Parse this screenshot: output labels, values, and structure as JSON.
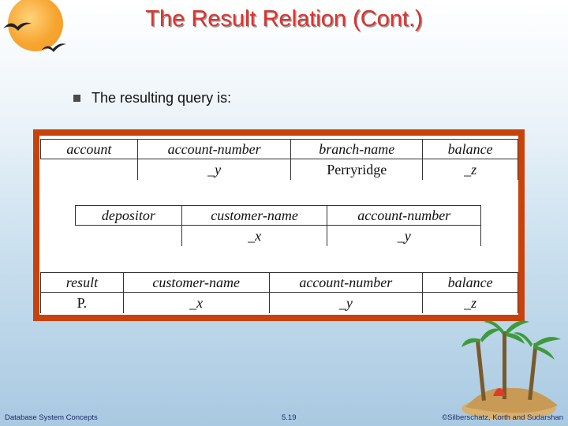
{
  "title": "The Result Relation (Cont.)",
  "bullet": "The resulting query is:",
  "tables": [
    {
      "headers": [
        "account",
        "account-number",
        "branch-name",
        "balance"
      ],
      "row": [
        "",
        "_y",
        "Perryridge",
        "_z"
      ]
    },
    {
      "headers": [
        "depositor",
        "customer-name",
        "account-number"
      ],
      "row": [
        "",
        "_x",
        "_y"
      ]
    },
    {
      "headers": [
        "result",
        "customer-name",
        "account-number",
        "balance"
      ],
      "row": [
        "P.",
        "_x",
        "_y",
        "_z"
      ]
    }
  ],
  "footer": {
    "left": "Database System Concepts",
    "center": "5.19",
    "right": "©Silberschatz, Korth and Sudarshan"
  },
  "colors": {
    "title": "#e0312c",
    "frame": "#c8420b"
  }
}
